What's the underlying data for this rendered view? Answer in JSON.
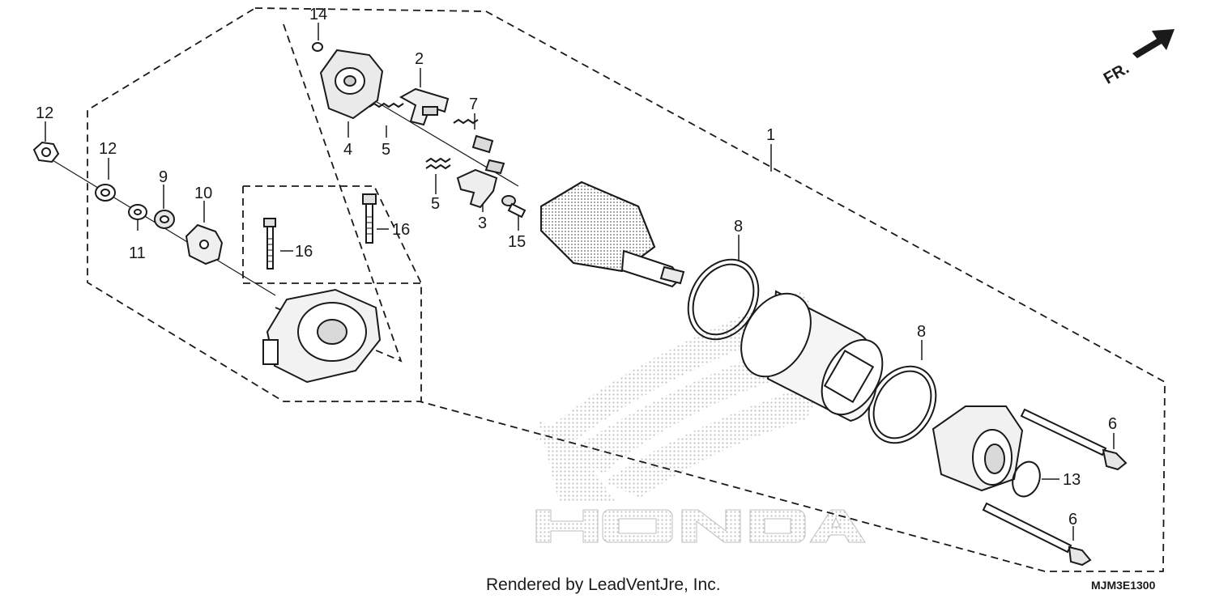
{
  "diagram": {
    "direction_label": "FR.",
    "footer_credit": "Rendered by LeadVentJre, Inc.",
    "diagram_code": "MJM3E1300",
    "callouts": {
      "c1": "1",
      "c2": "2",
      "c3": "3",
      "c4": "4",
      "c5a": "5",
      "c5b": "5",
      "c6a": "6",
      "c6b": "6",
      "c7": "7",
      "c8a": "8",
      "c8b": "8",
      "c9": "9",
      "c10": "10",
      "c11": "11",
      "c12a": "12",
      "c12b": "12",
      "c13": "13",
      "c14": "14",
      "c15": "15",
      "c16a": "16",
      "c16b": "16"
    },
    "colors": {
      "ink": "#1a1a1a",
      "part_fill": "#ffffff",
      "part_shade": "#d9d9d9",
      "watermark": "#c8c8c8"
    }
  }
}
